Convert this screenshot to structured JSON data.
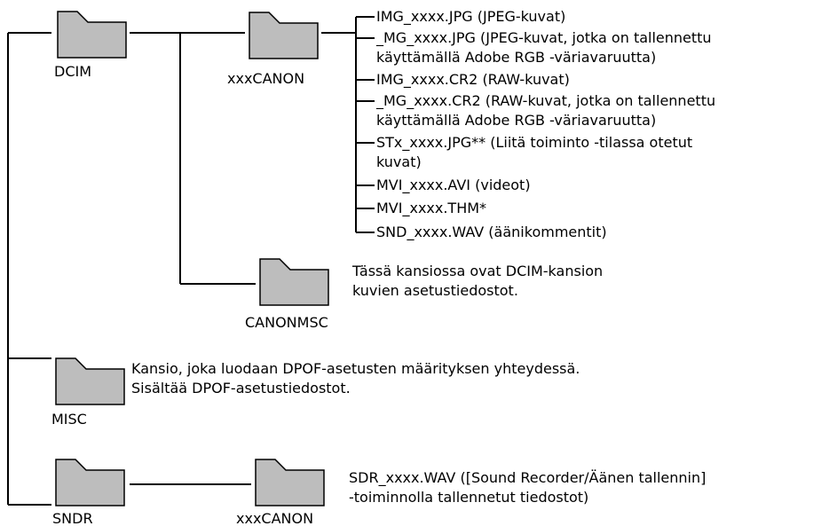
{
  "folder_color": "#bdbdbd",
  "line_color": "#000000",
  "folders": {
    "dcim": {
      "label": "DCIM",
      "icon": "folder-icon"
    },
    "xxxcanon": {
      "label": "xxxCANON",
      "icon": "folder-icon"
    },
    "canonmsc": {
      "label": "CANONMSC",
      "icon": "folder-icon"
    },
    "misc": {
      "label": "MISC",
      "icon": "folder-icon"
    },
    "sndr": {
      "label": "SNDR",
      "icon": "folder-icon"
    },
    "sndr_xxxcanon": {
      "label": "xxxCANON",
      "icon": "folder-icon"
    }
  },
  "files": [
    {
      "line1": "IMG_xxxx.JPG (JPEG-kuvat)"
    },
    {
      "line1": "_MG_xxxx.JPG (JPEG-kuvat, jotka on tallennettu",
      "line2": "käyttämällä Adobe RGB -väriavaruutta)"
    },
    {
      "line1": "IMG_xxxx.CR2 (RAW-kuvat)"
    },
    {
      "line1": "_MG_xxxx.CR2 (RAW-kuvat, jotka on tallennettu",
      "line2": "käyttämällä Adobe RGB -väriavaruutta)"
    },
    {
      "line1": "STx_xxxx.JPG** (Liitä toiminto -tilassa otetut",
      "line2": "kuvat)"
    },
    {
      "line1": "MVI_xxxx.AVI (videot)"
    },
    {
      "line1": "MVI_xxxx.THM*"
    },
    {
      "line1": "SND_xxxx.WAV (äänikommentit)"
    }
  ],
  "descriptions": {
    "canonmsc": {
      "line1": "Tässä kansiossa ovat DCIM-kansion",
      "line2": "kuvien asetustiedostot."
    },
    "misc": {
      "line1": "Kansio, joka luodaan DPOF-asetusten määrityksen yhteydessä.",
      "line2": "Sisältää DPOF-asetustiedostot."
    },
    "sndr_xxxcanon": {
      "line1": "SDR_xxxx.WAV ([Sound Recorder/Äänen tallennin]",
      "line2": "-toiminnolla tallennetut tiedostot)"
    }
  }
}
